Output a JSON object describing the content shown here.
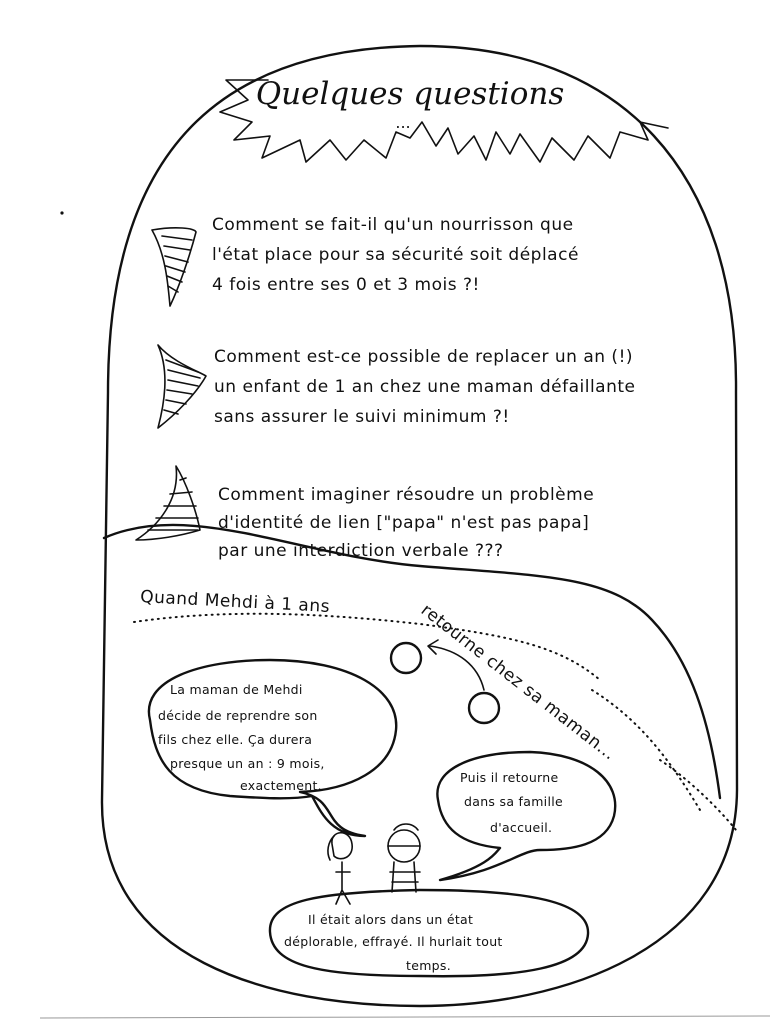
{
  "title": "Quelques questions",
  "title_dots": "...",
  "questions": [
    {
      "lines": [
        "Comment se fait-il qu'un nourrisson que",
        "l'état place pour sa sécurité soit déplacé",
        "4 fois entre ses 0 et 3 mois ?!"
      ]
    },
    {
      "lines": [
        "Comment est-ce possible de replacer un an (!)",
        "un enfant de 1 an  chez une maman défaillante",
        "sans assurer le suivi minimum ?!"
      ]
    },
    {
      "lines": [
        "Comment imaginer résoudre un problème",
        "d'identité de lien [\"papa\" n'est pas papa]",
        "par une interdiction verbale ???"
      ]
    }
  ],
  "caption": {
    "part1": "Quand Mehdi à 1 ans",
    "part2": "retourne chez sa maman..."
  },
  "bubbles": {
    "left": [
      "La maman de Mehdi",
      "décide de reprendre son",
      "fils chez elle. Ça durera",
      "presque un an : 9 mois,",
      "exactement."
    ],
    "right": [
      "Puis il retourne",
      "dans sa famille",
      "d'accueil."
    ],
    "bottom": [
      "Il était alors dans un état",
      "déplorable, effrayé. Il hurlait tout",
      "temps."
    ]
  }
}
